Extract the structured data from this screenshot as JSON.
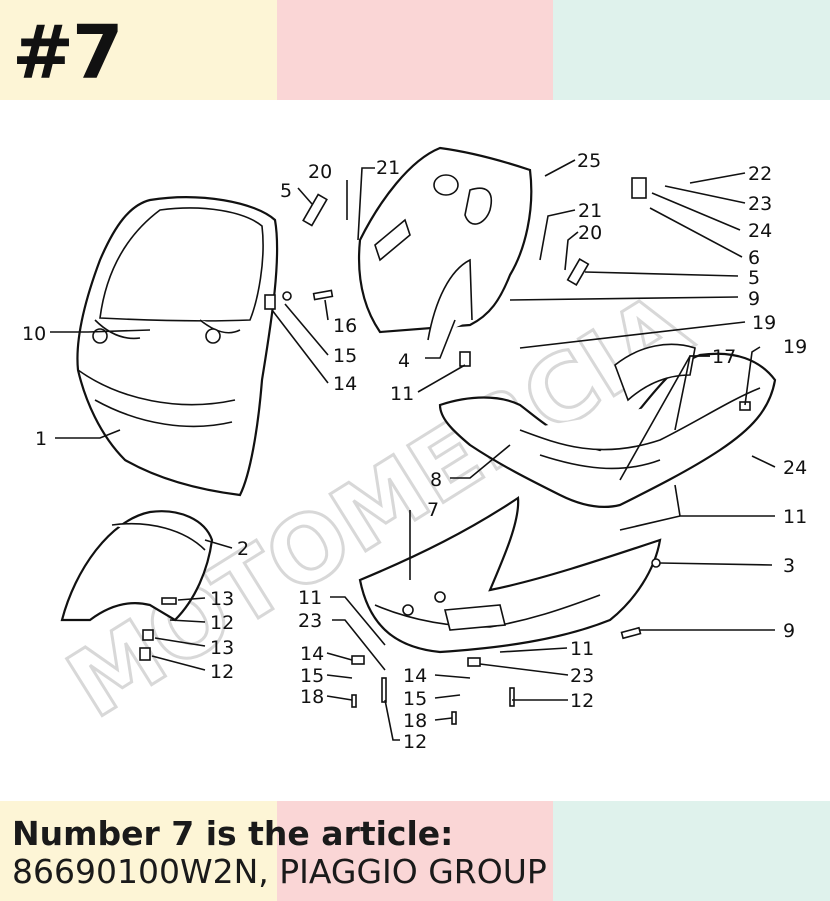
{
  "header": {
    "title": "#7"
  },
  "colors": {
    "band_yellow": "#fdf5d6",
    "band_pink": "#fad6d6",
    "band_mint": "#dff2ec"
  },
  "watermark": {
    "text": "MOTOMERCIA"
  },
  "callouts": [
    {
      "id": "c25",
      "text": "25"
    },
    {
      "id": "c22",
      "text": "22"
    },
    {
      "id": "c23a",
      "text": "23"
    },
    {
      "id": "c24a",
      "text": "24"
    },
    {
      "id": "c6",
      "text": "6"
    },
    {
      "id": "c20a",
      "text": "20"
    },
    {
      "id": "c21a",
      "text": "21"
    },
    {
      "id": "c5a",
      "text": "5"
    },
    {
      "id": "c21b",
      "text": "21"
    },
    {
      "id": "c20b",
      "text": "20"
    },
    {
      "id": "c5b",
      "text": "5"
    },
    {
      "id": "c9a",
      "text": "9"
    },
    {
      "id": "c16",
      "text": "16"
    },
    {
      "id": "c15a",
      "text": "15"
    },
    {
      "id": "c14a",
      "text": "14"
    },
    {
      "id": "c10",
      "text": "10"
    },
    {
      "id": "c19a",
      "text": "19"
    },
    {
      "id": "c4",
      "text": "4"
    },
    {
      "id": "c11a",
      "text": "11"
    },
    {
      "id": "c17",
      "text": "17"
    },
    {
      "id": "c19b",
      "text": "19"
    },
    {
      "id": "c1",
      "text": "1"
    },
    {
      "id": "c24b",
      "text": "24"
    },
    {
      "id": "c8",
      "text": "8"
    },
    {
      "id": "c7",
      "text": "7"
    },
    {
      "id": "c11b",
      "text": "11"
    },
    {
      "id": "c2",
      "text": "2"
    },
    {
      "id": "c3",
      "text": "3"
    },
    {
      "id": "c13a",
      "text": "13"
    },
    {
      "id": "c12a",
      "text": "12"
    },
    {
      "id": "c13b",
      "text": "13"
    },
    {
      "id": "c12b",
      "text": "12"
    },
    {
      "id": "c11c",
      "text": "11"
    },
    {
      "id": "c23b",
      "text": "23"
    },
    {
      "id": "c9b",
      "text": "9"
    },
    {
      "id": "c11d",
      "text": "11"
    },
    {
      "id": "c14b",
      "text": "14"
    },
    {
      "id": "c15b",
      "text": "15"
    },
    {
      "id": "c18a",
      "text": "18"
    },
    {
      "id": "c23c",
      "text": "23"
    },
    {
      "id": "c14c",
      "text": "14"
    },
    {
      "id": "c15c",
      "text": "15"
    },
    {
      "id": "c12c",
      "text": "12"
    },
    {
      "id": "c18b",
      "text": "18"
    },
    {
      "id": "c12d",
      "text": "12"
    }
  ],
  "footer": {
    "caption_line1": "Number 7 is the article:",
    "caption_line2": "86690100W2N, PIAGGIO GROUP"
  }
}
